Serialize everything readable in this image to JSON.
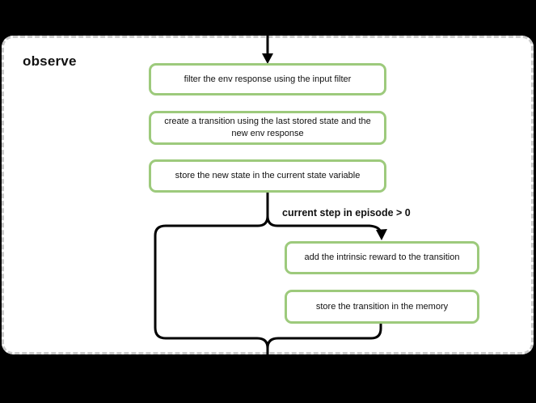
{
  "diagram": {
    "type": "flowchart",
    "title": "observe",
    "condition_label": "current step in episode > 0",
    "nodes": [
      {
        "id": "filter-env-response",
        "label": "filter the env response using the input filter"
      },
      {
        "id": "create-transition",
        "label": "create a transition using the last stored state and the new env response"
      },
      {
        "id": "store-new-state",
        "label": "store the new state in the current state variable"
      },
      {
        "id": "add-intrinsic-reward",
        "label": "add the intrinsic reward to the transition"
      },
      {
        "id": "store-transition",
        "label": "store the transition in the memory"
      }
    ],
    "edges": [
      {
        "from": "outside-top",
        "to": "filter-env-response",
        "arrow": true
      },
      {
        "from": "store-new-state",
        "to": "add-intrinsic-reward",
        "condition": "current step in episode > 0",
        "arrow": true
      },
      {
        "from": "store-new-state",
        "to": "outside-bottom",
        "condition_else": true
      },
      {
        "from": "store-transition",
        "to": "outside-bottom"
      }
    ],
    "colors": {
      "background": "#000000",
      "panel_background": "#ffffff",
      "panel_border": "#cbcbcb",
      "node_border": "#9dca7c",
      "connector": "#000000",
      "text": "#111111"
    }
  }
}
